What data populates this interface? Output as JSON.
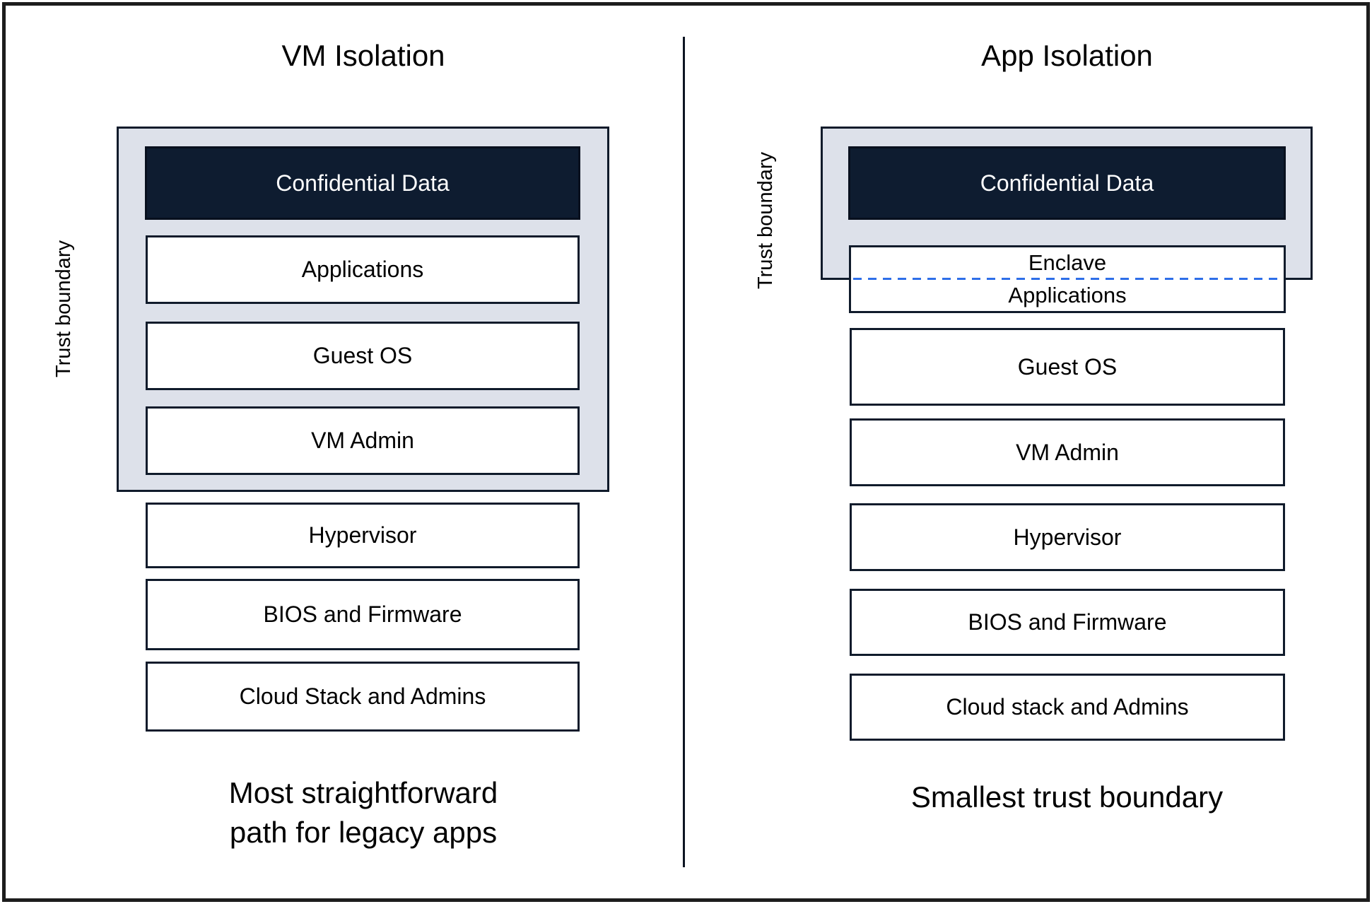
{
  "diagram": {
    "left": {
      "title": "VM Isolation",
      "trust_boundary_label": "Trust boundary",
      "confidential_box": "Confidential Data",
      "inner_boxes": [
        "Applications",
        "Guest OS",
        "VM Admin"
      ],
      "outer_boxes": [
        "Hypervisor",
        "BIOS and Firmware",
        "Cloud Stack and Admins"
      ],
      "caption": [
        "Most straightforward",
        "path for legacy apps"
      ]
    },
    "right": {
      "title": "App Isolation",
      "trust_boundary_label": "Trust boundary",
      "confidential_box": "Confidential Data",
      "enclave_box": {
        "top_label": "Enclave",
        "bottom_label": "Applications"
      },
      "outer_boxes": [
        "Guest OS",
        "VM Admin",
        "Hypervisor",
        "BIOS and Firmware",
        "Cloud stack and Admins"
      ],
      "caption": "Smallest trust boundary"
    },
    "colors": {
      "confidential_fill": "#0e1c30",
      "confidential_text": "#ffffff",
      "trust_boundary_fill": "#dde1ea",
      "box_border": "#101b2b",
      "enclave_dash_blue": "#2e6fe8"
    }
  }
}
